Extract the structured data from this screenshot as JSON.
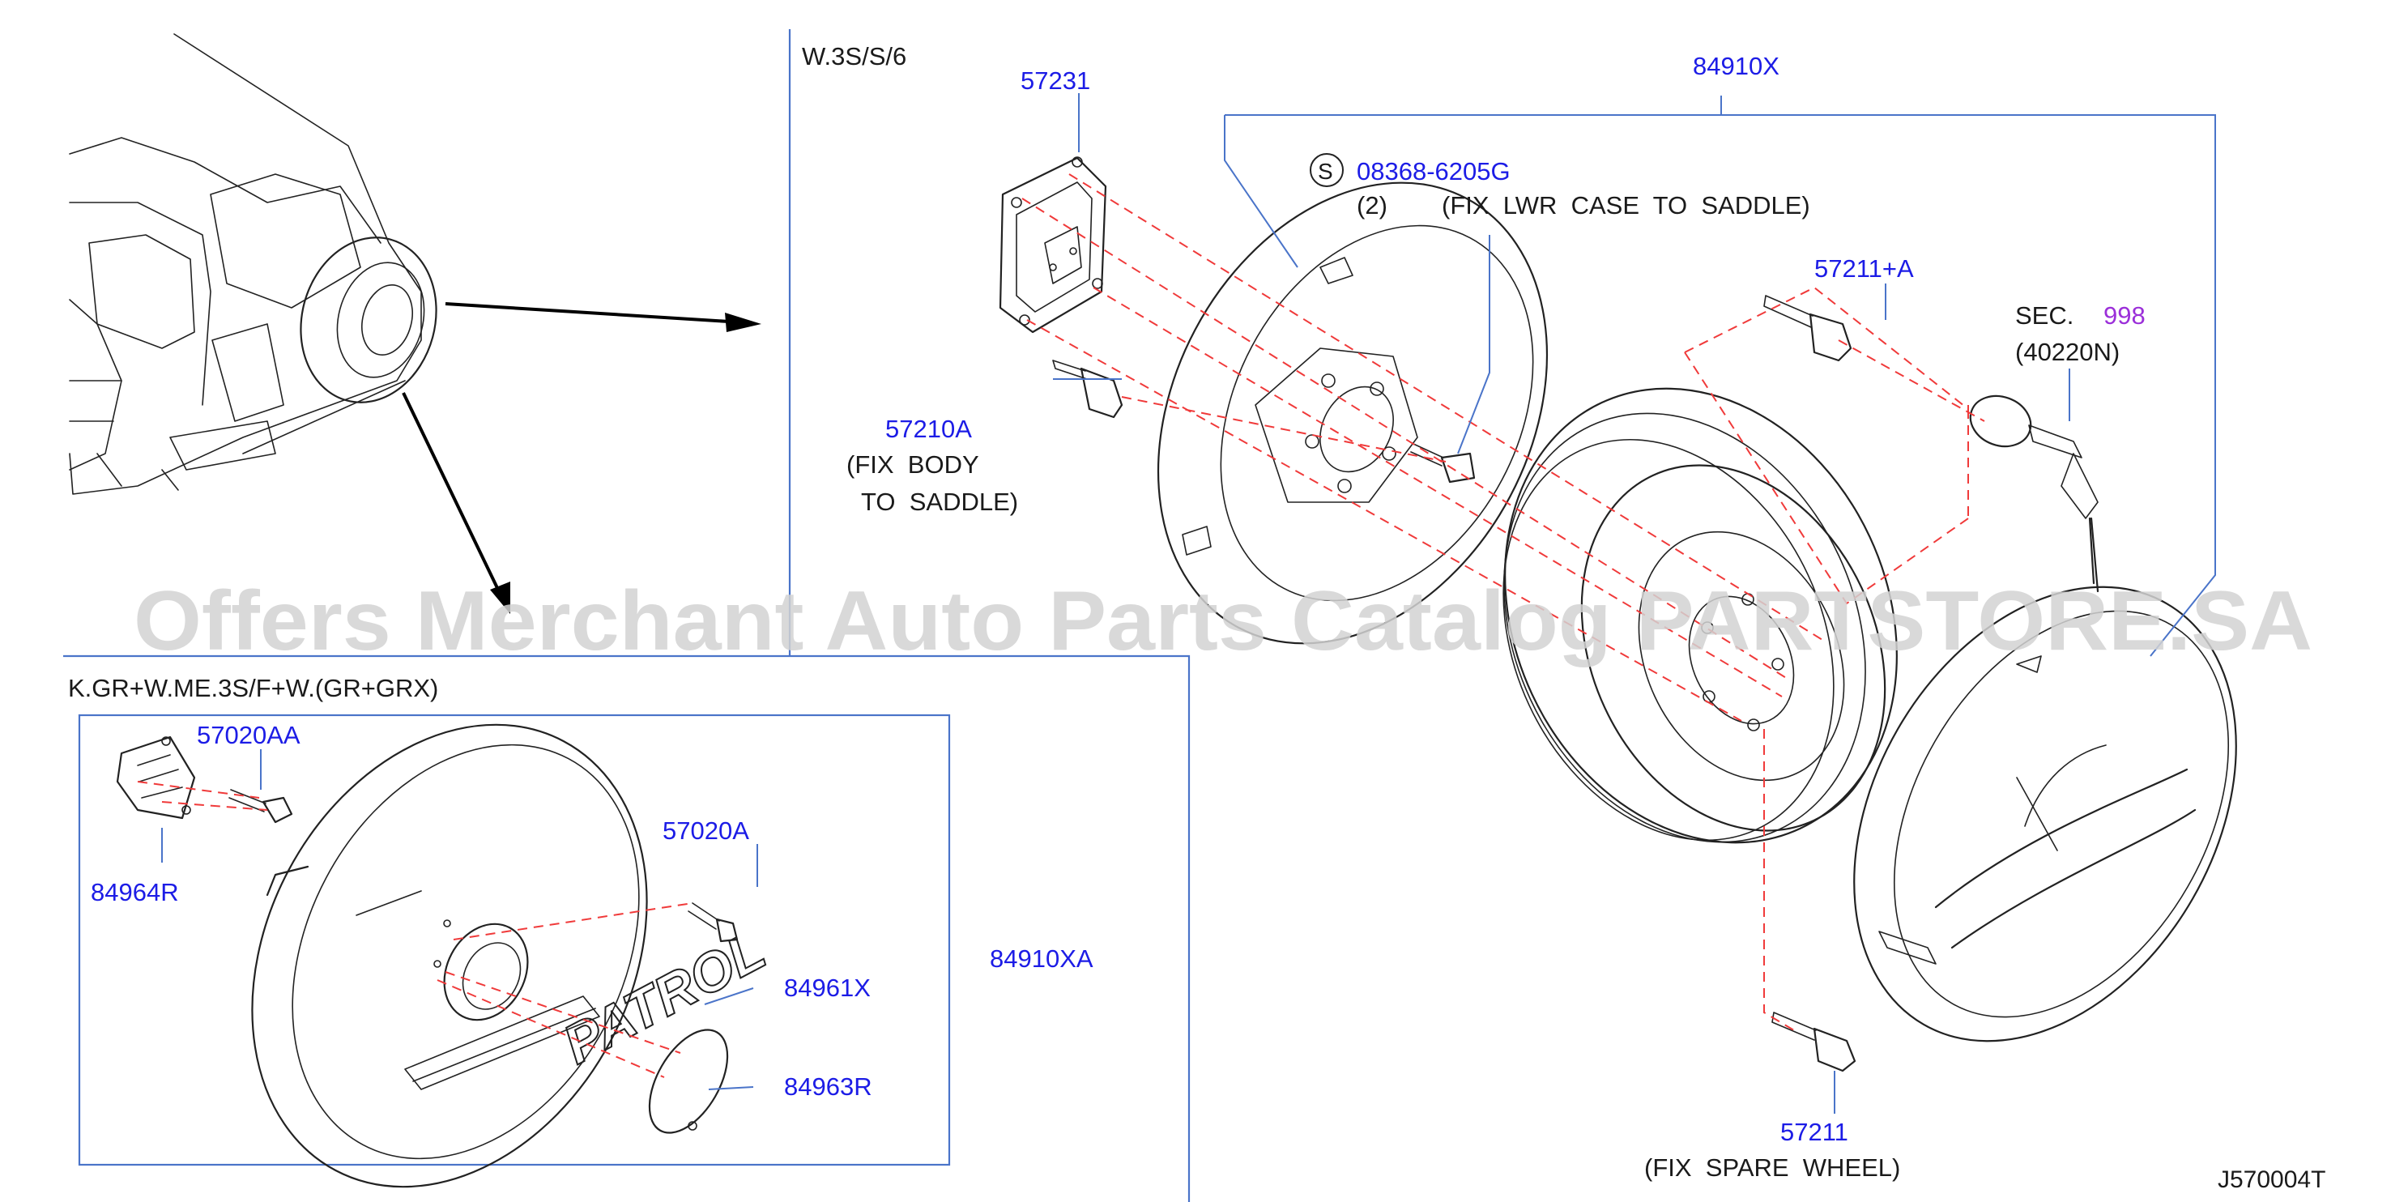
{
  "variants": {
    "upper": "W.3S/S/6",
    "lower": "K.GR+W.ME.3S/F+W.(GR+GRX)"
  },
  "parts": {
    "p84910X": "84910X",
    "p57231": "57231",
    "p08368": "08368-6205G",
    "s_marker": "S",
    "qty2": "(2)",
    "fix_lwr": "(FIX  LWR  CASE  TO  SADDLE)",
    "p57211A": "57211+A",
    "sec_label": "SEC.",
    "sec_num": "998",
    "p40220N": "(40220N)",
    "p57210A": "57210A",
    "fix_body_1": "(FIX  BODY",
    "fix_body_2": "TO  SADDLE)",
    "p57211": "57211",
    "fix_spare": "(FIX  SPARE  WHEEL)",
    "p57020AA": "57020AA",
    "p84964R": "84964R",
    "p57020A": "57020A",
    "p84961X": "84961X",
    "p84910XA": "84910XA",
    "p84963R": "84963R"
  },
  "emblem_text": "PATROL",
  "diagram_code": "J570004T",
  "watermark": "Offers Merchant Auto Parts Catalog PARTSTORE.SA",
  "colors": {
    "part_number": "#1c1ce6",
    "section_link": "#9b2fd9",
    "frame": "#4a74c9",
    "guide_dash": "#f03a3a",
    "line": "#222222",
    "watermark": "#d2d2d2"
  }
}
